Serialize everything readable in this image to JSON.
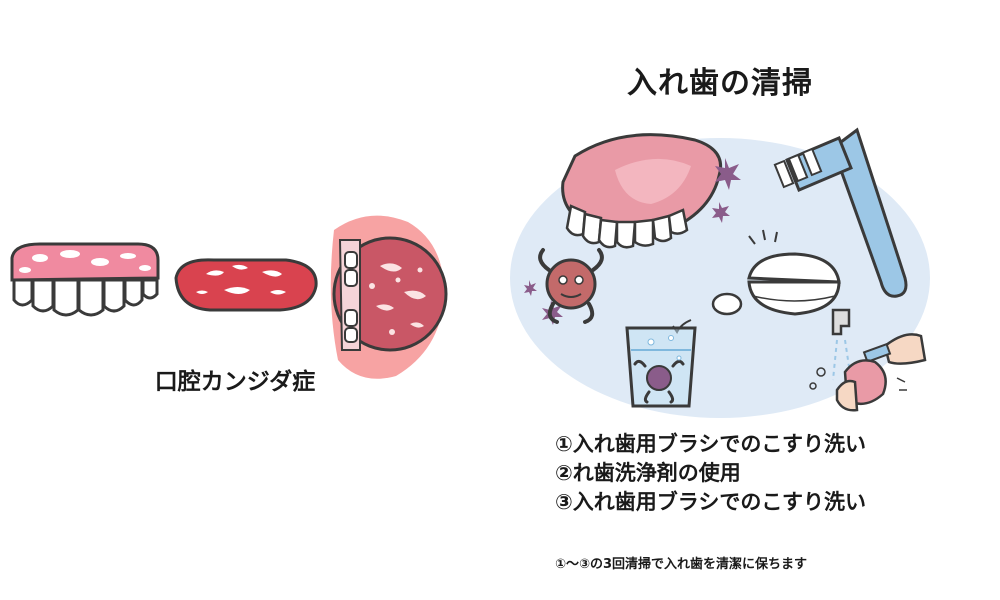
{
  "left": {
    "label": "口腔カンジダ症"
  },
  "right": {
    "title": "入れ歯の清掃",
    "steps": [
      "①入れ歯用ブラシでのこすり洗い",
      "②れ歯洗浄剤の使用",
      "③入れ歯用ブラシでのこすり洗い"
    ],
    "footnote": "①〜③の3回清掃で入れ歯を清潔に保ちます"
  },
  "colors": {
    "gum_pink": "#f08aa0",
    "tongue_red": "#d9434f",
    "mouth_glow": "#f7a3a3",
    "bg_circle": "#dfeaf6",
    "brush_blue": "#9cc7e6",
    "germ_purple": "#8a5c8a",
    "outline": "#3a3a3a"
  }
}
